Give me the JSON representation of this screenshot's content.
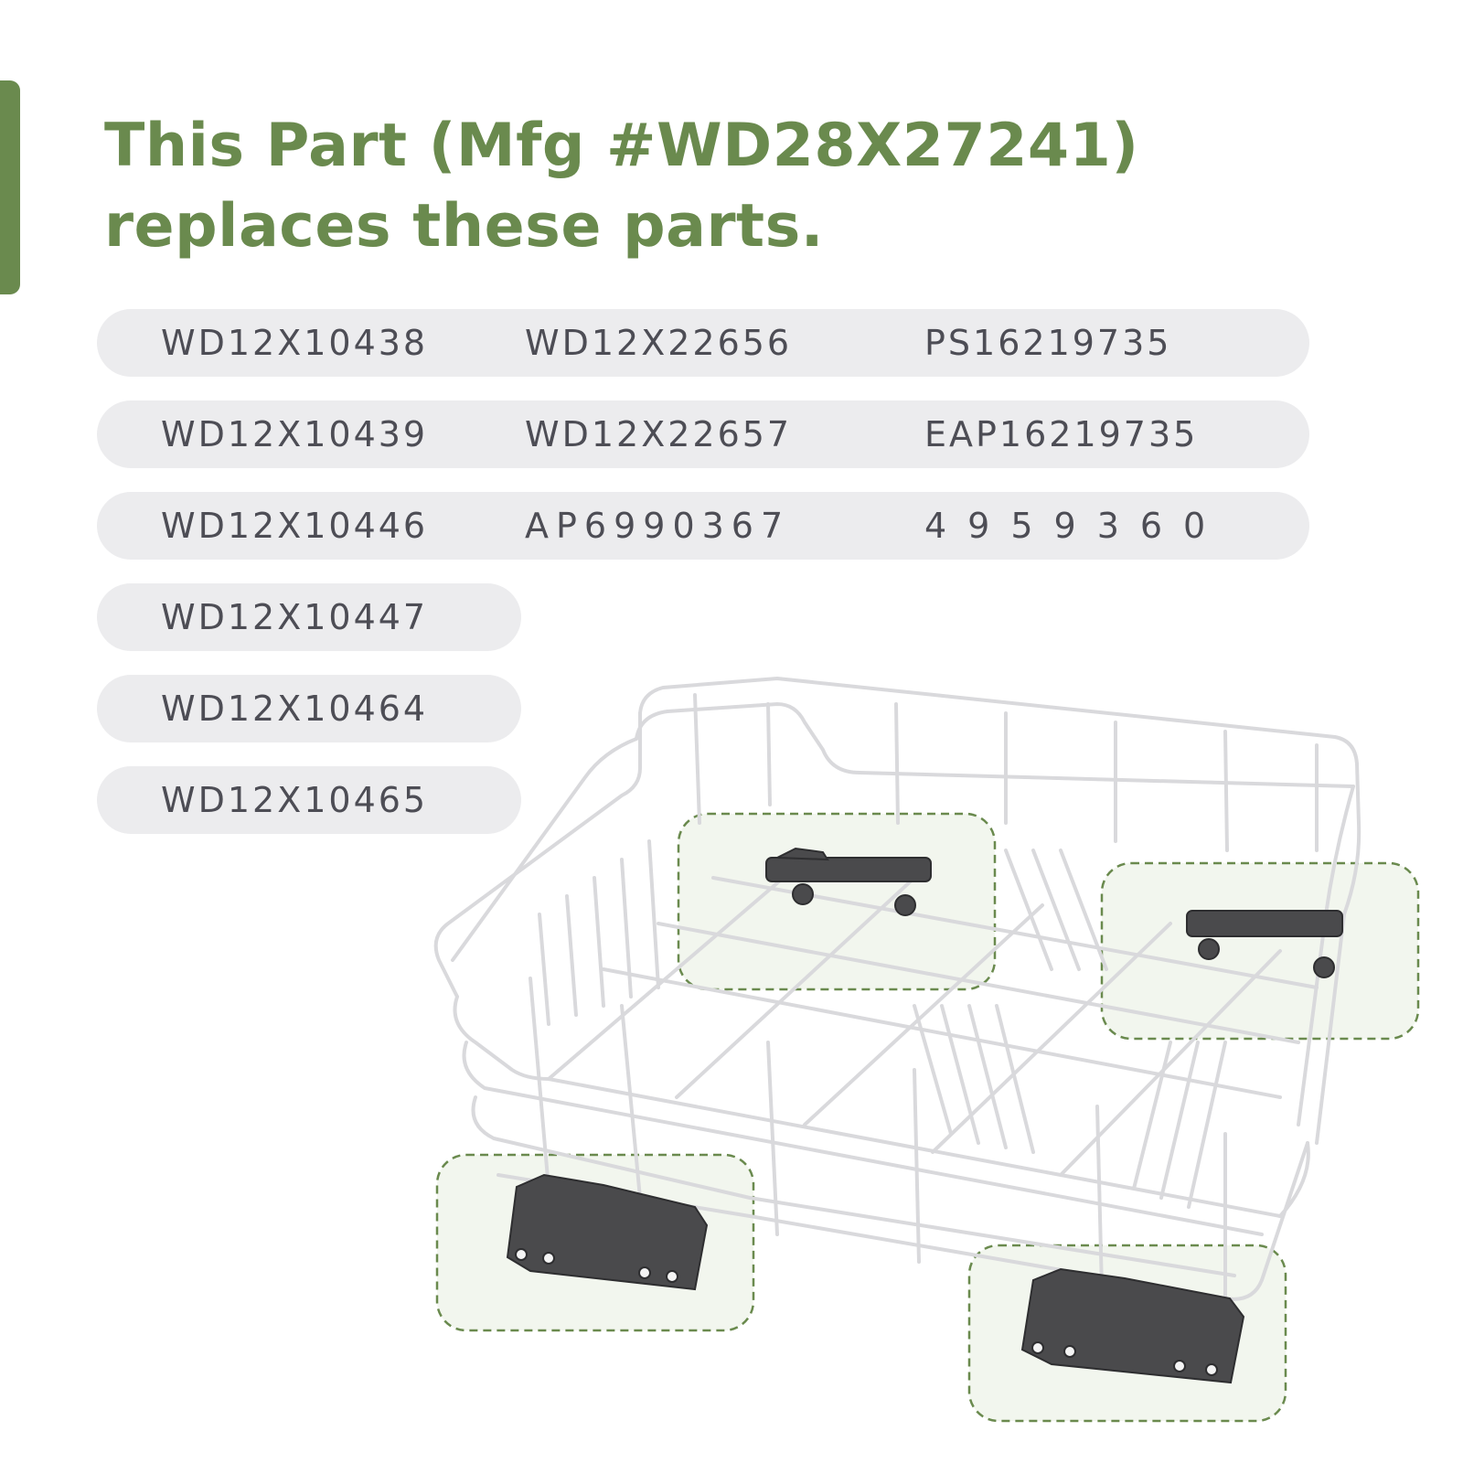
{
  "header": {
    "title_line1": "This Part (Mfg #WD28X27241)",
    "title_line2": "replaces these parts."
  },
  "parts": {
    "rows": [
      [
        "WD12X10438",
        "WD12X22656",
        "PS16219735"
      ],
      [
        "WD12X10439",
        "WD12X22657",
        "EAP16219735"
      ],
      [
        "WD12X10446",
        "AP6990367",
        "4959360"
      ],
      [
        "WD12X10447"
      ],
      [
        "WD12X10464"
      ],
      [
        "WD12X10465"
      ]
    ]
  },
  "illustration": {
    "subject": "dishwasher-lower-rack",
    "highlighted_parts": "rack-roller-wheels",
    "highlight_color": "#6a8a4e"
  },
  "colors": {
    "accent": "#6a8a4e",
    "pill_bg": "#ececee",
    "text": "#4d4d55"
  }
}
